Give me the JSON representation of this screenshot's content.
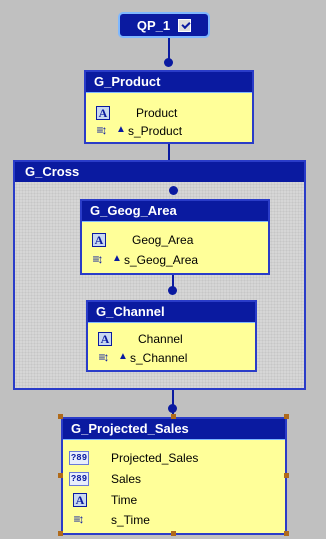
{
  "query": {
    "name": "QP_1",
    "icon": "check-box-icon"
  },
  "groups": {
    "product": {
      "title": "G_Product",
      "rows": [
        "Product",
        "s_Product"
      ]
    },
    "cross": {
      "title": "G_Cross"
    },
    "geog": {
      "title": "G_Geog_Area",
      "rows": [
        "Geog_Area",
        "s_Geog_Area"
      ]
    },
    "channel": {
      "title": "G_Channel",
      "rows": [
        "Channel",
        "s_Channel"
      ]
    },
    "projected": {
      "title": "G_Projected_Sales",
      "rows": [
        "Projected_Sales",
        "Sales",
        "Time",
        "s_Time"
      ]
    }
  },
  "icons": {
    "char": "A",
    "num": "?89"
  },
  "colors": {
    "header": "#0a1aa0",
    "body": "#ffff99",
    "background": "#c0c0c0"
  }
}
